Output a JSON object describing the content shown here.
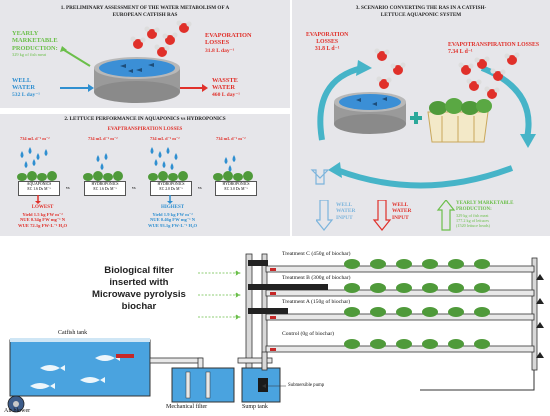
{
  "panel1": {
    "title_line1": "1. PRELIMINARY ASSESSMENT OF THE WATER METABOLISM OF A",
    "title_line2": "EUROPEAN CATFISH RAS",
    "production_title_1": "YEARLY",
    "production_title_2": "MARKETABLE",
    "production_title_3": "PRODUCTION:",
    "production_value": "329 kg of fish meat",
    "evaporation_title_1": "EVAPORATION",
    "evaporation_title_2": "LOSSES",
    "evaporation_value": "31.8 L day⁻¹",
    "well_title_1": "WELL",
    "well_title_2": "WATER",
    "well_value": "532 L day⁻¹",
    "waste_title_1": "WASSTE",
    "waste_title_2": "WATER",
    "waste_value": "460 L day⁻¹"
  },
  "panel2": {
    "title": "2. LETTUCE PERFORMANCE IN AQUAPONICS vs HYDROPONICS",
    "subtitle": "EVAPTRANSPIRATION LOSSES",
    "rates": [
      "734 mL d⁻¹ m⁻²",
      "734 mL d⁻¹ m⁻²",
      "734 mL d⁻¹ m⁻²",
      "734 mL d⁻¹ m⁻²"
    ],
    "cards": [
      {
        "name": "AQUAPONICS",
        "ec": "EC 1.6 Ds M⁻¹"
      },
      {
        "name": "HYDROPONICS",
        "ec": "EC 1.6 Ds M⁻¹"
      },
      {
        "name": "HYDROPONICS",
        "ec": "EC 2.0 Ds M⁻¹"
      },
      {
        "name": "HYDROPONICS",
        "ec": "EC 3.0 Ds M⁻¹"
      }
    ],
    "vs_label": "vs",
    "lowest": {
      "title": "LOWEST",
      "yield": "Yield 1.5 kg FW m⁻²",
      "nue": "NUE 0.34g FW mg⁻¹ N",
      "wue": "WUE 72.1g FW·L⁻¹ H₂O"
    },
    "highest": {
      "title": "HIGHEST",
      "yield": "Yield 1.9 kg FW m⁻²",
      "nue": "NUE 0.46g FW mg⁻¹ N",
      "wue": "WUE 93.1g FW·L⁻¹ H₂O"
    }
  },
  "panel3": {
    "title_line1": "3. SCENARIO CONVERTING THE RAS IN A CATFISH-",
    "title_line2": "LETTUCE AQUAPONIC SYSTEM",
    "evaporation_title_1": "EVAPORATION",
    "evaporation_title_2": "LOSSES",
    "evaporation_value": "31.8 L d⁻¹",
    "evapotranspiration_title": "EVAPOTRANSPIRATION LOSSES 7.34 L d⁻¹",
    "well_1": "WELL",
    "well_2": "WATER",
    "well_3": "INPUT",
    "wellin_1": "WELL",
    "wellin_2": "WATER",
    "wellin_3": "INPUT",
    "prod_1": "YEARLY MARKETABLE",
    "prod_2": "PRODUCTION:",
    "prod_3": "329 kg of fish meat",
    "prod_4": "177.2 kg of lettuces",
    "prod_5": "(1520 lettuce heads)"
  },
  "bottom": {
    "biofilter_1": "Biological filter",
    "biofilter_2": "inserted with",
    "biofilter_3": "Microwave pyrolysis",
    "biofilter_4": "biochar",
    "treatments": [
      "Treatment C (450g of biochar)",
      "Treatment B (300g of biochar)",
      "Treatment A (150g of biochar)",
      "Control (0g of biochar)"
    ],
    "catfish_tank": "Catfish tank",
    "air_blower": "Air blower",
    "mechanical_filter": "Mechanical filter",
    "sump_tank": "Sump tank",
    "submersible_pump": "Submersible pump"
  }
}
